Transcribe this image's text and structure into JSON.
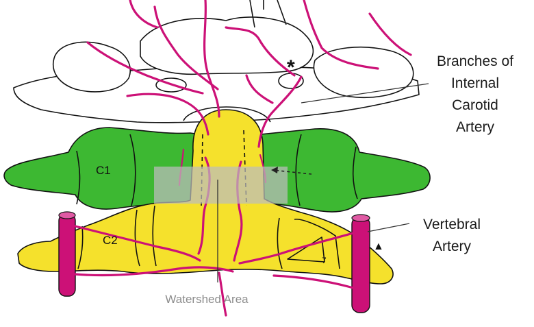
{
  "labels": {
    "internal_carotid": [
      "Branches of",
      "Internal",
      "Carotid",
      "Artery"
    ],
    "vertebral": [
      "Vertebral",
      "Artery"
    ],
    "watershed": "Watershed Area",
    "c1": "C1",
    "c2": "C2"
  },
  "markers": {
    "asterisk": "*",
    "triangle": "▲"
  },
  "colors": {
    "c1_green": "#3db832",
    "c2_yellow": "#f5e12c",
    "artery_magenta": "#cc1177",
    "watershed_gray": "#bdbdbd",
    "outline": "#111111"
  }
}
